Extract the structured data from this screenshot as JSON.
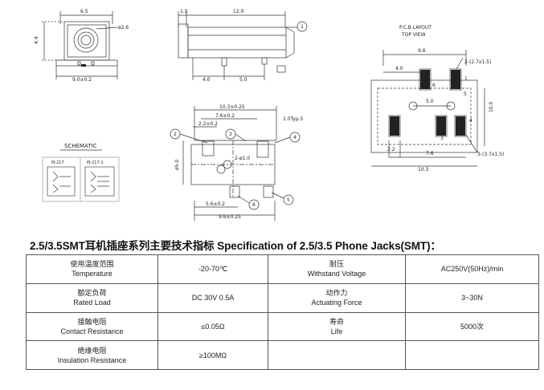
{
  "front_view": {
    "dim_top": "6.5",
    "dim_hole": "ø2.6",
    "dim_left": "4.4",
    "dim_bottom": "9.0±0.2"
  },
  "side_view": {
    "dim_top_left": "1.5",
    "dim_top": "12.0",
    "dim_a": "4.0",
    "dim_b": "5.0",
    "callout_1": "1"
  },
  "pcb_layout": {
    "title": "P.C.B LAYOUT",
    "subtitle": "TOP VIEW",
    "dim_96": "9.6",
    "dim_40": "4.0",
    "dim_pad1": "2-(2.7x1.5)",
    "dim_50": "5.0",
    "dim_100": "10.0",
    "dim_pad2": "3-(3.7x1.5)",
    "dim_22": "2.2",
    "dim_76": "7.6",
    "dim_103": "10.3",
    "pin_1": "1",
    "pin_2": "2",
    "pin_3": "3",
    "pin_4": "4",
    "pin_5": "5",
    "pin_6": "6"
  },
  "top_view": {
    "dim_103": "10.3±0.25",
    "dim_76": "7.6±0.2",
    "dim_22": "2.2±0.2",
    "dim_10": "1.0Typ.5",
    "dim_21": "2-ø1.0",
    "dim_50": "ø5.0",
    "dim_56": "5.6±0.2",
    "dim_96": "9.6±0.25",
    "callout_2": "2",
    "callout_3": "3",
    "callout_4": "4",
    "callout_5": "5",
    "callout_6": "6"
  },
  "schematic": {
    "title": "SCHEMATIC",
    "label_a": "PJ-217",
    "label_b": "PJ-217-1"
  },
  "heading": "2.5/3.5SMT耳机插座系列主要技术指标 Specification of 2.5/3.5 Phone Jacks(SMT)：",
  "spec_rows": [
    {
      "name1_cn": "使用温度范围",
      "name1_en": "Temperature",
      "value1": "-20-70℃",
      "name2_cn": "耐压",
      "name2_en": "Withstand Voltage",
      "value2": "AC250V(50Hz)/min"
    },
    {
      "name1_cn": "额定负荷",
      "name1_en": "Rated Load",
      "value1": "DC 30V 0.5A",
      "name2_cn": "动作力",
      "name2_en": "Actuating Force",
      "value2": "3~30N"
    },
    {
      "name1_cn": "接触电阻",
      "name1_en": "Contact Resistance",
      "value1": "≤0.05Ω",
      "name2_cn": "寿命",
      "name2_en": "Life",
      "value2": "5000次"
    },
    {
      "name1_cn": "绝缘电阻",
      "name1_en": "Insulation Resistance",
      "value1": "≥100MΩ",
      "name2_cn": "",
      "name2_en": "",
      "value2": ""
    }
  ]
}
